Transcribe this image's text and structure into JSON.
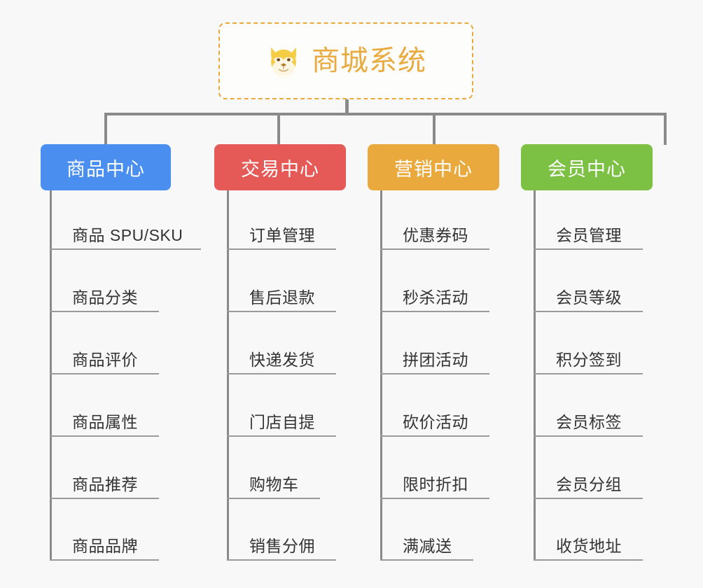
{
  "page": {
    "background_color": "#f8f8f8",
    "type": "org-chart",
    "line_color": "#8a8a8a"
  },
  "root": {
    "title": "商城系统",
    "icon": "shiba-dog-face-icon",
    "border_color": "#e9a93c",
    "text_color": "#e9ab3f",
    "border_style": "dashed"
  },
  "columns": [
    {
      "id": "product-center",
      "label": "商品中心",
      "color": "#4a8ef0",
      "items": [
        "商品 SPU/SKU",
        "商品分类",
        "商品评价",
        "商品属性",
        "商品推荐",
        "商品品牌"
      ]
    },
    {
      "id": "trade-center",
      "label": "交易中心",
      "color": "#e55a57",
      "items": [
        "订单管理",
        "售后退款",
        "快递发货",
        "门店自提",
        "购物车",
        "销售分佣"
      ]
    },
    {
      "id": "marketing-center",
      "label": "营销中心",
      "color": "#eaa93c",
      "items": [
        "优惠券码",
        "秒杀活动",
        "拼团活动",
        "砍价活动",
        "限时折扣",
        "满减送"
      ]
    },
    {
      "id": "member-center",
      "label": "会员中心",
      "color": "#7cc144",
      "items": [
        "会员管理",
        "会员等级",
        "积分签到",
        "会员标签",
        "会员分组",
        "收货地址"
      ]
    }
  ]
}
